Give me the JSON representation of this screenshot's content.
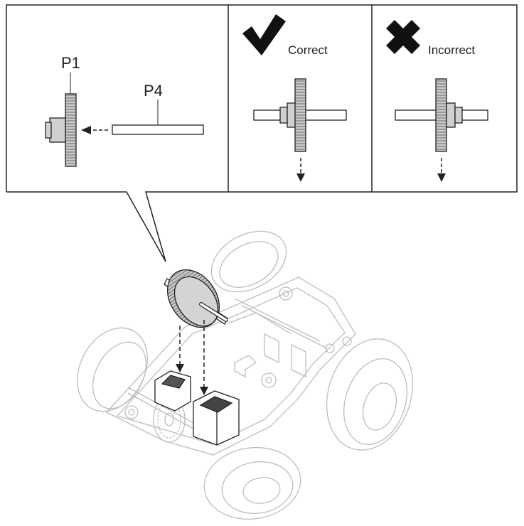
{
  "panels": {
    "assembly": {
      "gear_label": "P1",
      "shaft_label": "P4"
    },
    "correct": {
      "label": "Correct",
      "icon": "check-icon"
    },
    "incorrect": {
      "label": "Incorrect",
      "icon": "cross-icon"
    }
  },
  "colors": {
    "ink": "#222222",
    "gear_fill": "#c8c8c8",
    "car_line": "#bbbbbb"
  }
}
